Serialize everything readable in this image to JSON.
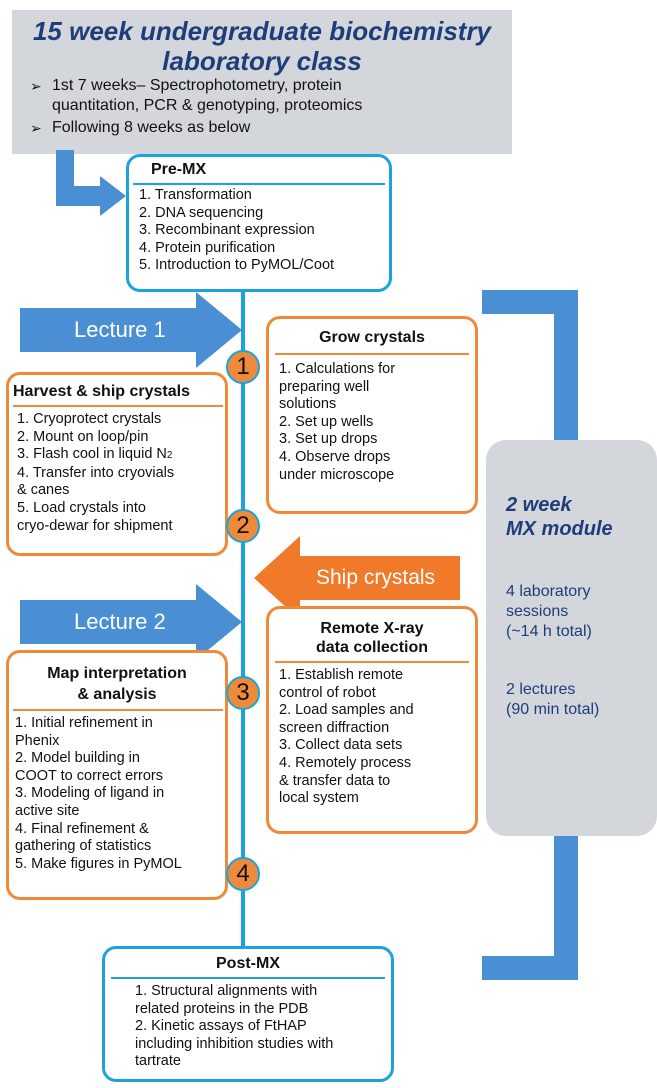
{
  "header": {
    "title_line1": "15 week undergraduate biochemistry",
    "title_line2": "laboratory class",
    "bullet_mark": "➢",
    "bullet1_line1": "1st 7 weeks– Spectrophotometry, protein",
    "bullet1_line2": "quantitation, PCR & genotyping, proteomics",
    "bullet2": "Following 8 weeks as below"
  },
  "pre_mx": {
    "title": "Pre-MX",
    "items": [
      "1. Transformation",
      "2. DNA sequencing",
      "3. Recombinant expression",
      "4. Protein purification",
      "5. Introduction to PyMOL/Coot"
    ]
  },
  "arrows": {
    "lecture1": "Lecture 1",
    "lecture2": "Lecture 2",
    "ship": "Ship crystals"
  },
  "steps": [
    "1",
    "2",
    "3",
    "4"
  ],
  "grow": {
    "title": "Grow crystals",
    "lines": [
      "1. Calculations for",
      "preparing well",
      "solutions",
      "2. Set up wells",
      "3. Set up drops",
      "4. Observe drops",
      "under microscope"
    ]
  },
  "harvest": {
    "title": "Harvest & ship crystals",
    "lines": [
      "1. Cryoprotect crystals",
      "2. Mount on loop/pin",
      "3. Flash cool in liquid N",
      "4. Transfer into cryovials",
      "& canes",
      "5. Load crystals into",
      "cryo-dewar for shipment"
    ],
    "subscript": "2"
  },
  "remote": {
    "title_line1": "Remote X-ray",
    "title_line2": "data collection",
    "lines": [
      "1. Establish remote",
      "control of robot",
      "2. Load samples and",
      "screen diffraction",
      "3. Collect data sets",
      "4. Remotely process",
      "& transfer data to",
      "local system"
    ]
  },
  "map": {
    "title_line1": "Map interpretation",
    "title_line2": "& analysis",
    "lines": [
      "1. Initial refinement in",
      "Phenix",
      "2. Model building in",
      "COOT to correct errors",
      "3. Modeling of ligand in",
      "active site",
      "4. Final refinement &",
      "gathering of statistics",
      "5. Make figures in PyMOL"
    ]
  },
  "post_mx": {
    "title": "Post-MX",
    "lines": [
      "1. Structural alignments with",
      "related proteins in the PDB",
      "2. Kinetic assays of FtHAP",
      "including inhibition studies with",
      "tartrate"
    ]
  },
  "module": {
    "title_line1": "2 week",
    "title_line2": "MX module",
    "sessions_line1": "4 laboratory",
    "sessions_line2": "sessions",
    "sessions_line3": "(~14 h total)",
    "lectures_line1": "2 lectures",
    "lectures_line2": "(90 min total)"
  },
  "colors": {
    "blue": "#1aa3dc",
    "arrow_blue": "#4a8fd4",
    "orange": "#ef8a3a",
    "gray": "#d3d6db",
    "title_navy": "#1f3d7a"
  }
}
